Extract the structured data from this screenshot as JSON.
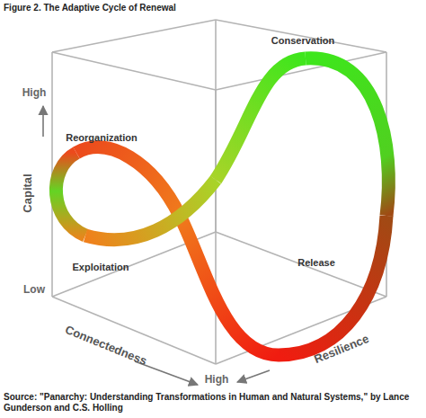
{
  "diagram": {
    "title": "Figure 2. The Adaptive Cycle of Renewal",
    "caption": "Source: \"Panarchy: Understanding Transformations in Human and Natural Systems,\" by Lance Gunderson and C.S. Holling",
    "labels": [
      "High",
      "Capital",
      "Low",
      "Reorganization",
      "Conservation",
      "Exploitation",
      "Release",
      "Connectedness",
      "High",
      "Resilience"
    ]
  }
}
